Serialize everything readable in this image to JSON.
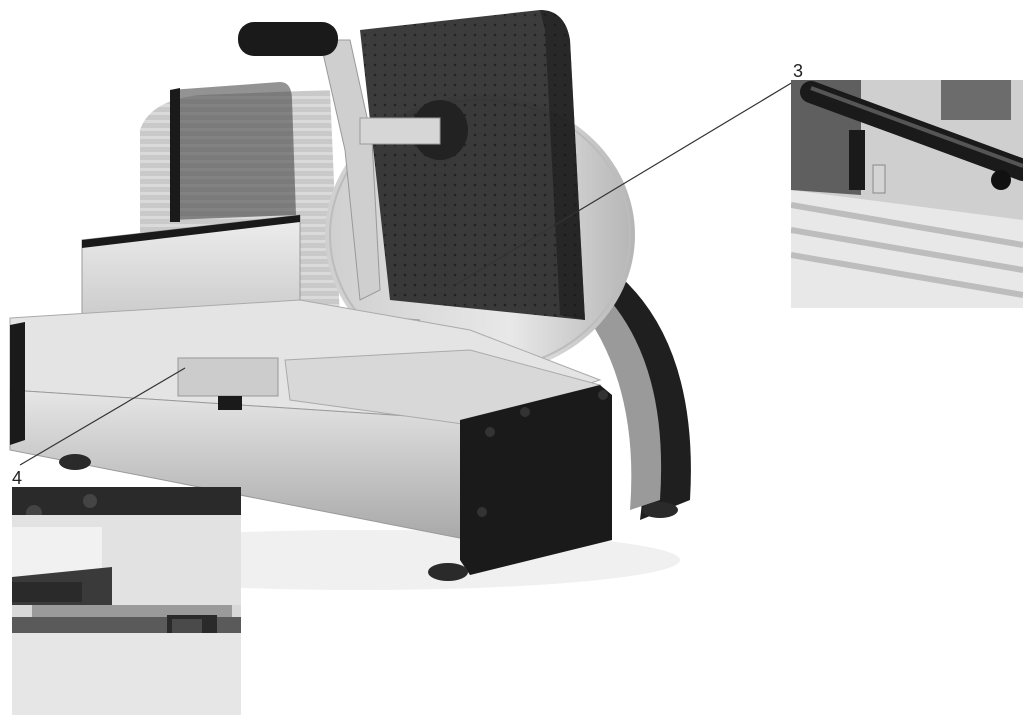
{
  "figure": {
    "callouts": [
      {
        "id": "3",
        "label": "3"
      },
      {
        "id": "4",
        "label": "4"
      }
    ],
    "subject_icon": "meat-slicer-illustration",
    "inset_icons": [
      "slicer-detail-photo-3",
      "slicer-detail-photo-4"
    ]
  },
  "colors": {
    "background": "#ffffff",
    "metal_light": "#e0e0e0",
    "metal_mid": "#b8b8b8",
    "metal_dark": "#8c8c8c",
    "black_part": "#1a1a1a",
    "guard_dark": "#2b2b2b",
    "leader_line": "#333333"
  }
}
